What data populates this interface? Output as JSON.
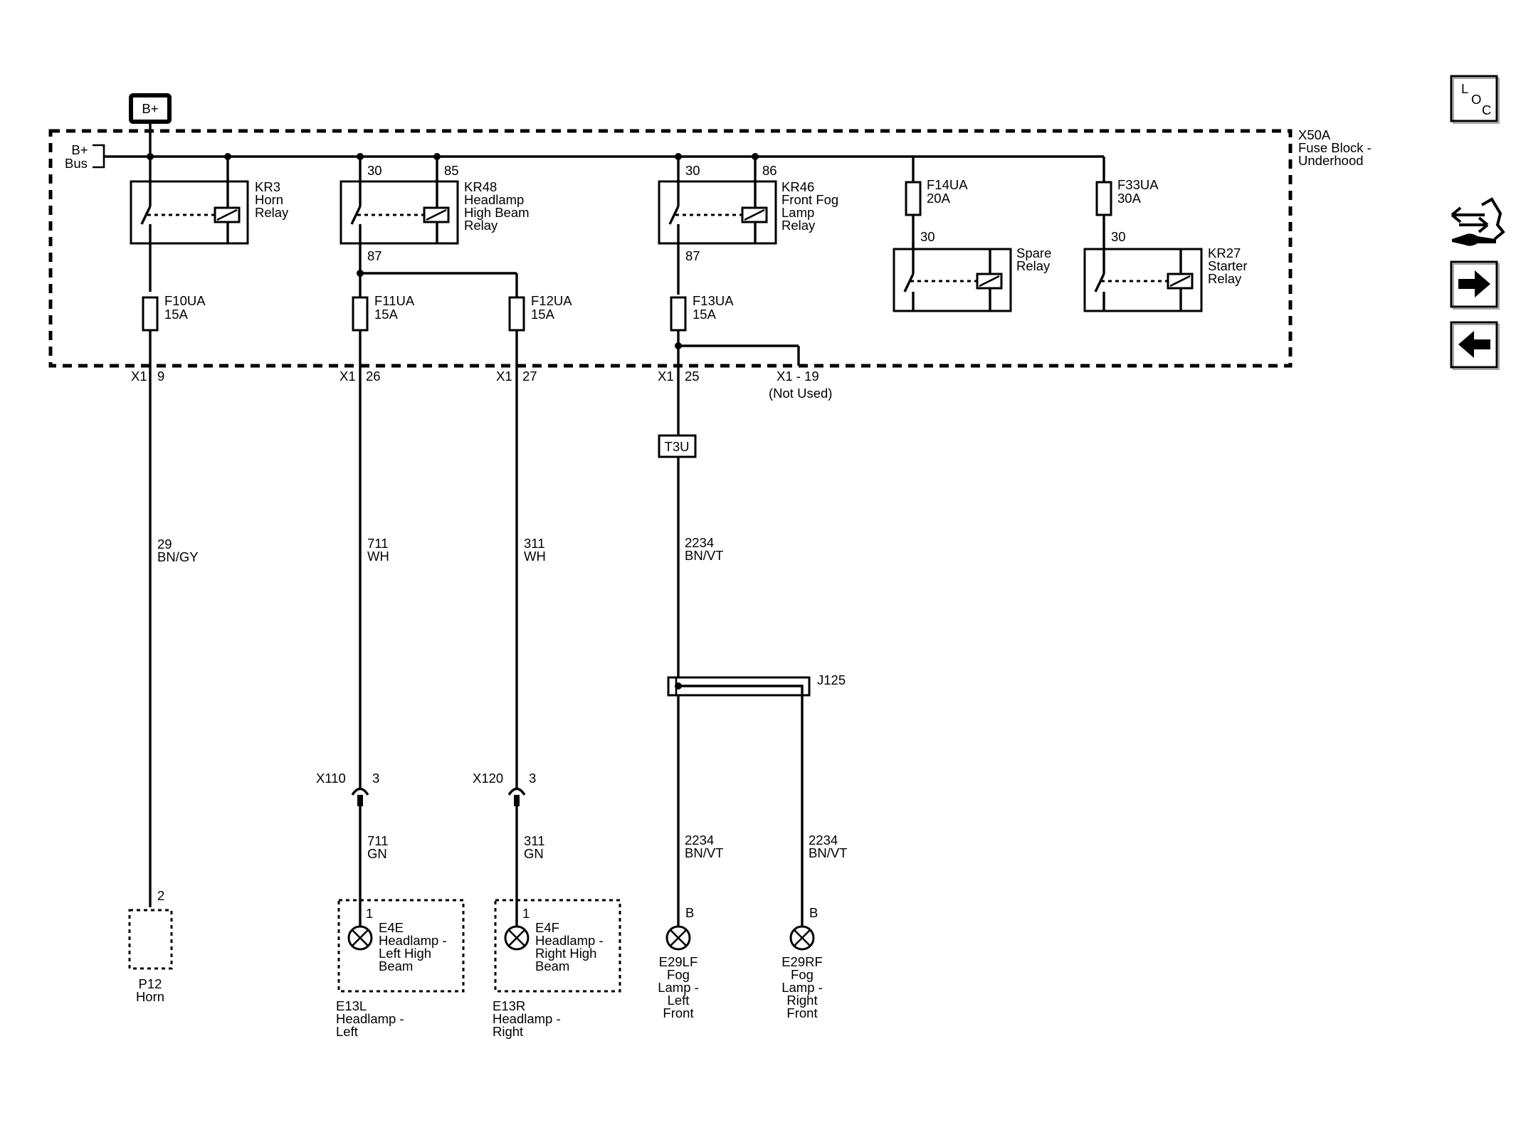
{
  "power": {
    "bplus_badge": "B+",
    "bus_line1": "B+",
    "bus_line2": "Bus"
  },
  "fuse_block": {
    "line1": "X50A",
    "line2": "Fuse Block -",
    "line3": "Underhood"
  },
  "relays": {
    "kr3": {
      "l1": "KR3",
      "l2": "Horn",
      "l3": "Relay"
    },
    "kr48": {
      "l1": "KR48",
      "l2": "Headlamp",
      "l3": "High Beam",
      "l4": "Relay",
      "pin30": "30",
      "pin85": "85",
      "pin87": "87"
    },
    "kr46": {
      "l1": "KR46",
      "l2": "Front Fog",
      "l3": "Lamp",
      "l4": "Relay",
      "pin30": "30",
      "pin86": "86",
      "pin87": "87"
    },
    "spare": {
      "l1": "Spare",
      "l2": "Relay",
      "pin30": "30"
    },
    "kr27": {
      "l1": "KR27",
      "l2": "Starter",
      "l3": "Relay",
      "pin30": "30"
    }
  },
  "fuses": {
    "f10ua": {
      "name": "F10UA",
      "rating": "15A"
    },
    "f11ua": {
      "name": "F11UA",
      "rating": "15A"
    },
    "f12ua": {
      "name": "F12UA",
      "rating": "15A"
    },
    "f13ua": {
      "name": "F13UA",
      "rating": "15A"
    },
    "f14ua": {
      "name": "F14UA",
      "rating": "20A"
    },
    "f33ua": {
      "name": "F33UA",
      "rating": "30A"
    }
  },
  "connectors": {
    "x1a": {
      "conn": "X1",
      "pin": "9"
    },
    "x1b": {
      "conn": "X1",
      "pin": "26"
    },
    "x1c": {
      "conn": "X1",
      "pin": "27"
    },
    "x1d": {
      "conn": "X1",
      "pin": "25"
    },
    "x1_19": {
      "label": "X1 - 19",
      "note": "(Not Used)"
    },
    "t3u": "T3U",
    "j125": "J125",
    "x110": {
      "conn": "X110",
      "pin": "3"
    },
    "x120": {
      "conn": "X120",
      "pin": "3"
    }
  },
  "wires": {
    "w29": {
      "circuit": "29",
      "color": "BN/GY"
    },
    "w711": {
      "circuit": "711",
      "color": "WH"
    },
    "w311": {
      "circuit": "311",
      "color": "WH"
    },
    "w2234": {
      "circuit": "2234",
      "color": "BN/VT"
    },
    "w711gn": {
      "circuit": "711",
      "color": "GN"
    },
    "w311gn": {
      "circuit": "311",
      "color": "GN"
    },
    "w2234l": {
      "circuit": "2234",
      "color": "BN/VT"
    },
    "w2234r": {
      "circuit": "2234",
      "color": "BN/VT"
    }
  },
  "components": {
    "horn": {
      "pin": "2",
      "l1": "P12",
      "l2": "Horn"
    },
    "e4e": {
      "pin": "1",
      "l1": "E4E",
      "l2": "Headlamp -",
      "l3": "Left High",
      "l4": "Beam"
    },
    "e13l": {
      "l1": "E13L",
      "l2": "Headlamp -",
      "l3": "Left"
    },
    "e4f": {
      "pin": "1",
      "l1": "E4F",
      "l2": "Headlamp -",
      "l3": "Right High",
      "l4": "Beam"
    },
    "e13r": {
      "l1": "E13R",
      "l2": "Headlamp -",
      "l3": "Right"
    },
    "e29lf": {
      "pin": "B",
      "l1": "E29LF",
      "l2": "Fog",
      "l3": "Lamp -",
      "l4": "Left",
      "l5": "Front"
    },
    "e29rf": {
      "pin": "B",
      "l1": "E29RF",
      "l2": "Fog",
      "l3": "Lamp -",
      "l4": "Right",
      "l5": "Front"
    }
  },
  "nav": {
    "loc_l": "L",
    "loc_o": "O",
    "loc_c": "C"
  }
}
